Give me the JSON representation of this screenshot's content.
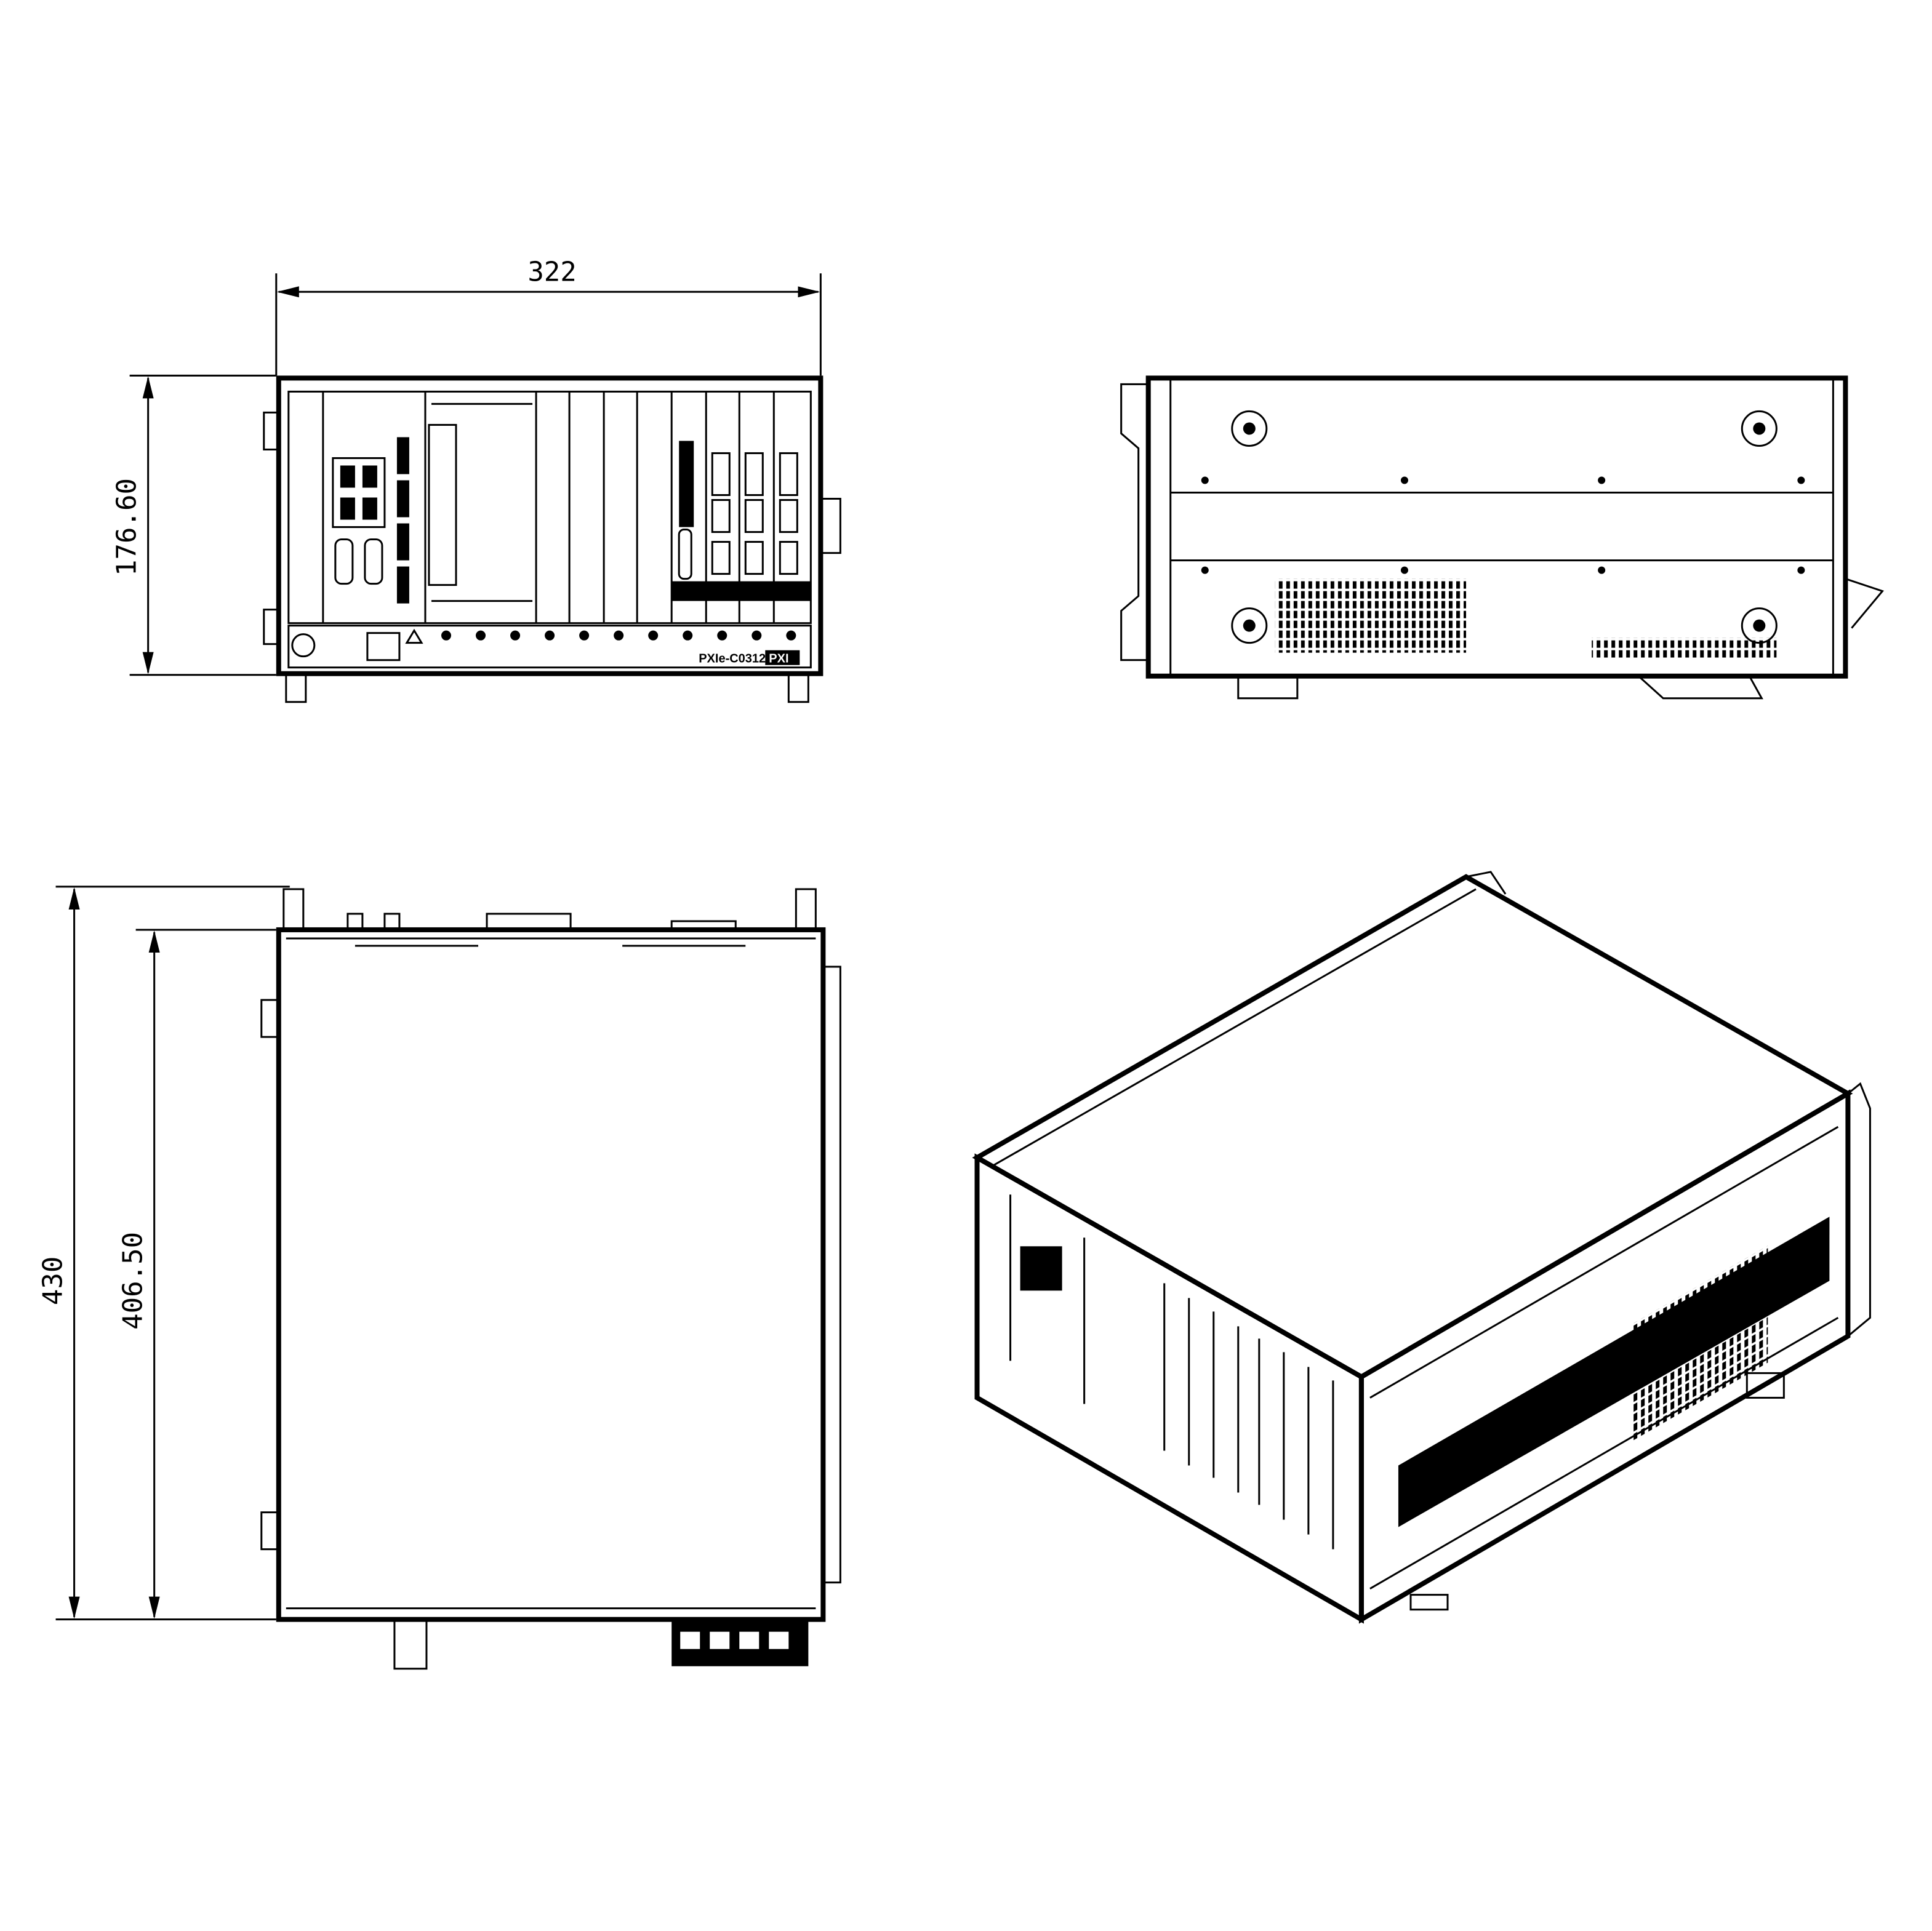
{
  "drawing": {
    "front_view": {
      "width_dimension": "322",
      "height_dimension": "176.60",
      "model_label": "PXIe-C0312",
      "logo_text": "PXI",
      "slot_count": 12
    },
    "top_view": {
      "overall_depth_dimension": "430",
      "body_depth_dimension": "406.50"
    },
    "colors": {
      "line": "#000000",
      "background": "#ffffff"
    }
  }
}
